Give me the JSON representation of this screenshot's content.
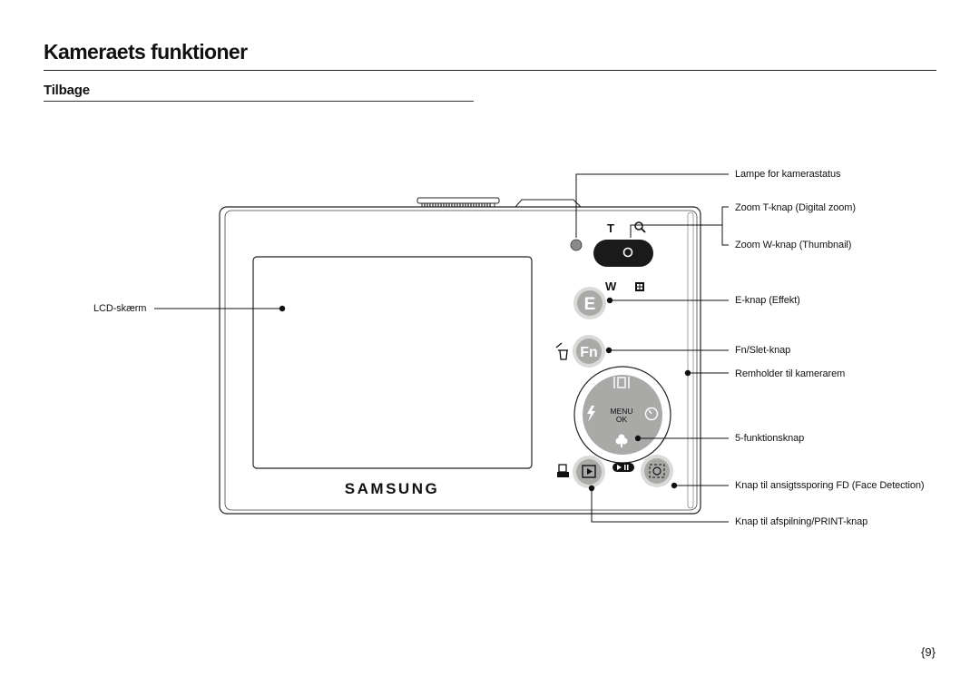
{
  "page": {
    "title": "Kameraets funktioner",
    "section": "Tilbage",
    "page_number": "{9}"
  },
  "camera": {
    "brand": "SAMSUNG",
    "button_e": "E",
    "button_fn": "Fn",
    "menu_line1": "MENU",
    "menu_line2": "OK",
    "zoom_t": "T",
    "zoom_w": "W"
  },
  "callouts": {
    "status_lamp": "Lampe for kamerastatus",
    "zoom_t": "Zoom T-knap (Digital zoom)",
    "zoom_w": "Zoom W-knap (Thumbnail)",
    "lcd": "LCD-skærm",
    "e_button": "E-knap (Effekt)",
    "fn_button": "Fn/Slet-knap",
    "strap": "Remholder til kamerarem",
    "five_function": "5-funktionsknap",
    "face_detection": "Knap til ansigtssporing FD (Face Detection)",
    "playback": "Knap til afspilning/PRINT-knap"
  },
  "colors": {
    "button_grey": "#a9aaa8",
    "button_ring": "#d9dad7",
    "zoom_lever": "#1a1a1a"
  }
}
